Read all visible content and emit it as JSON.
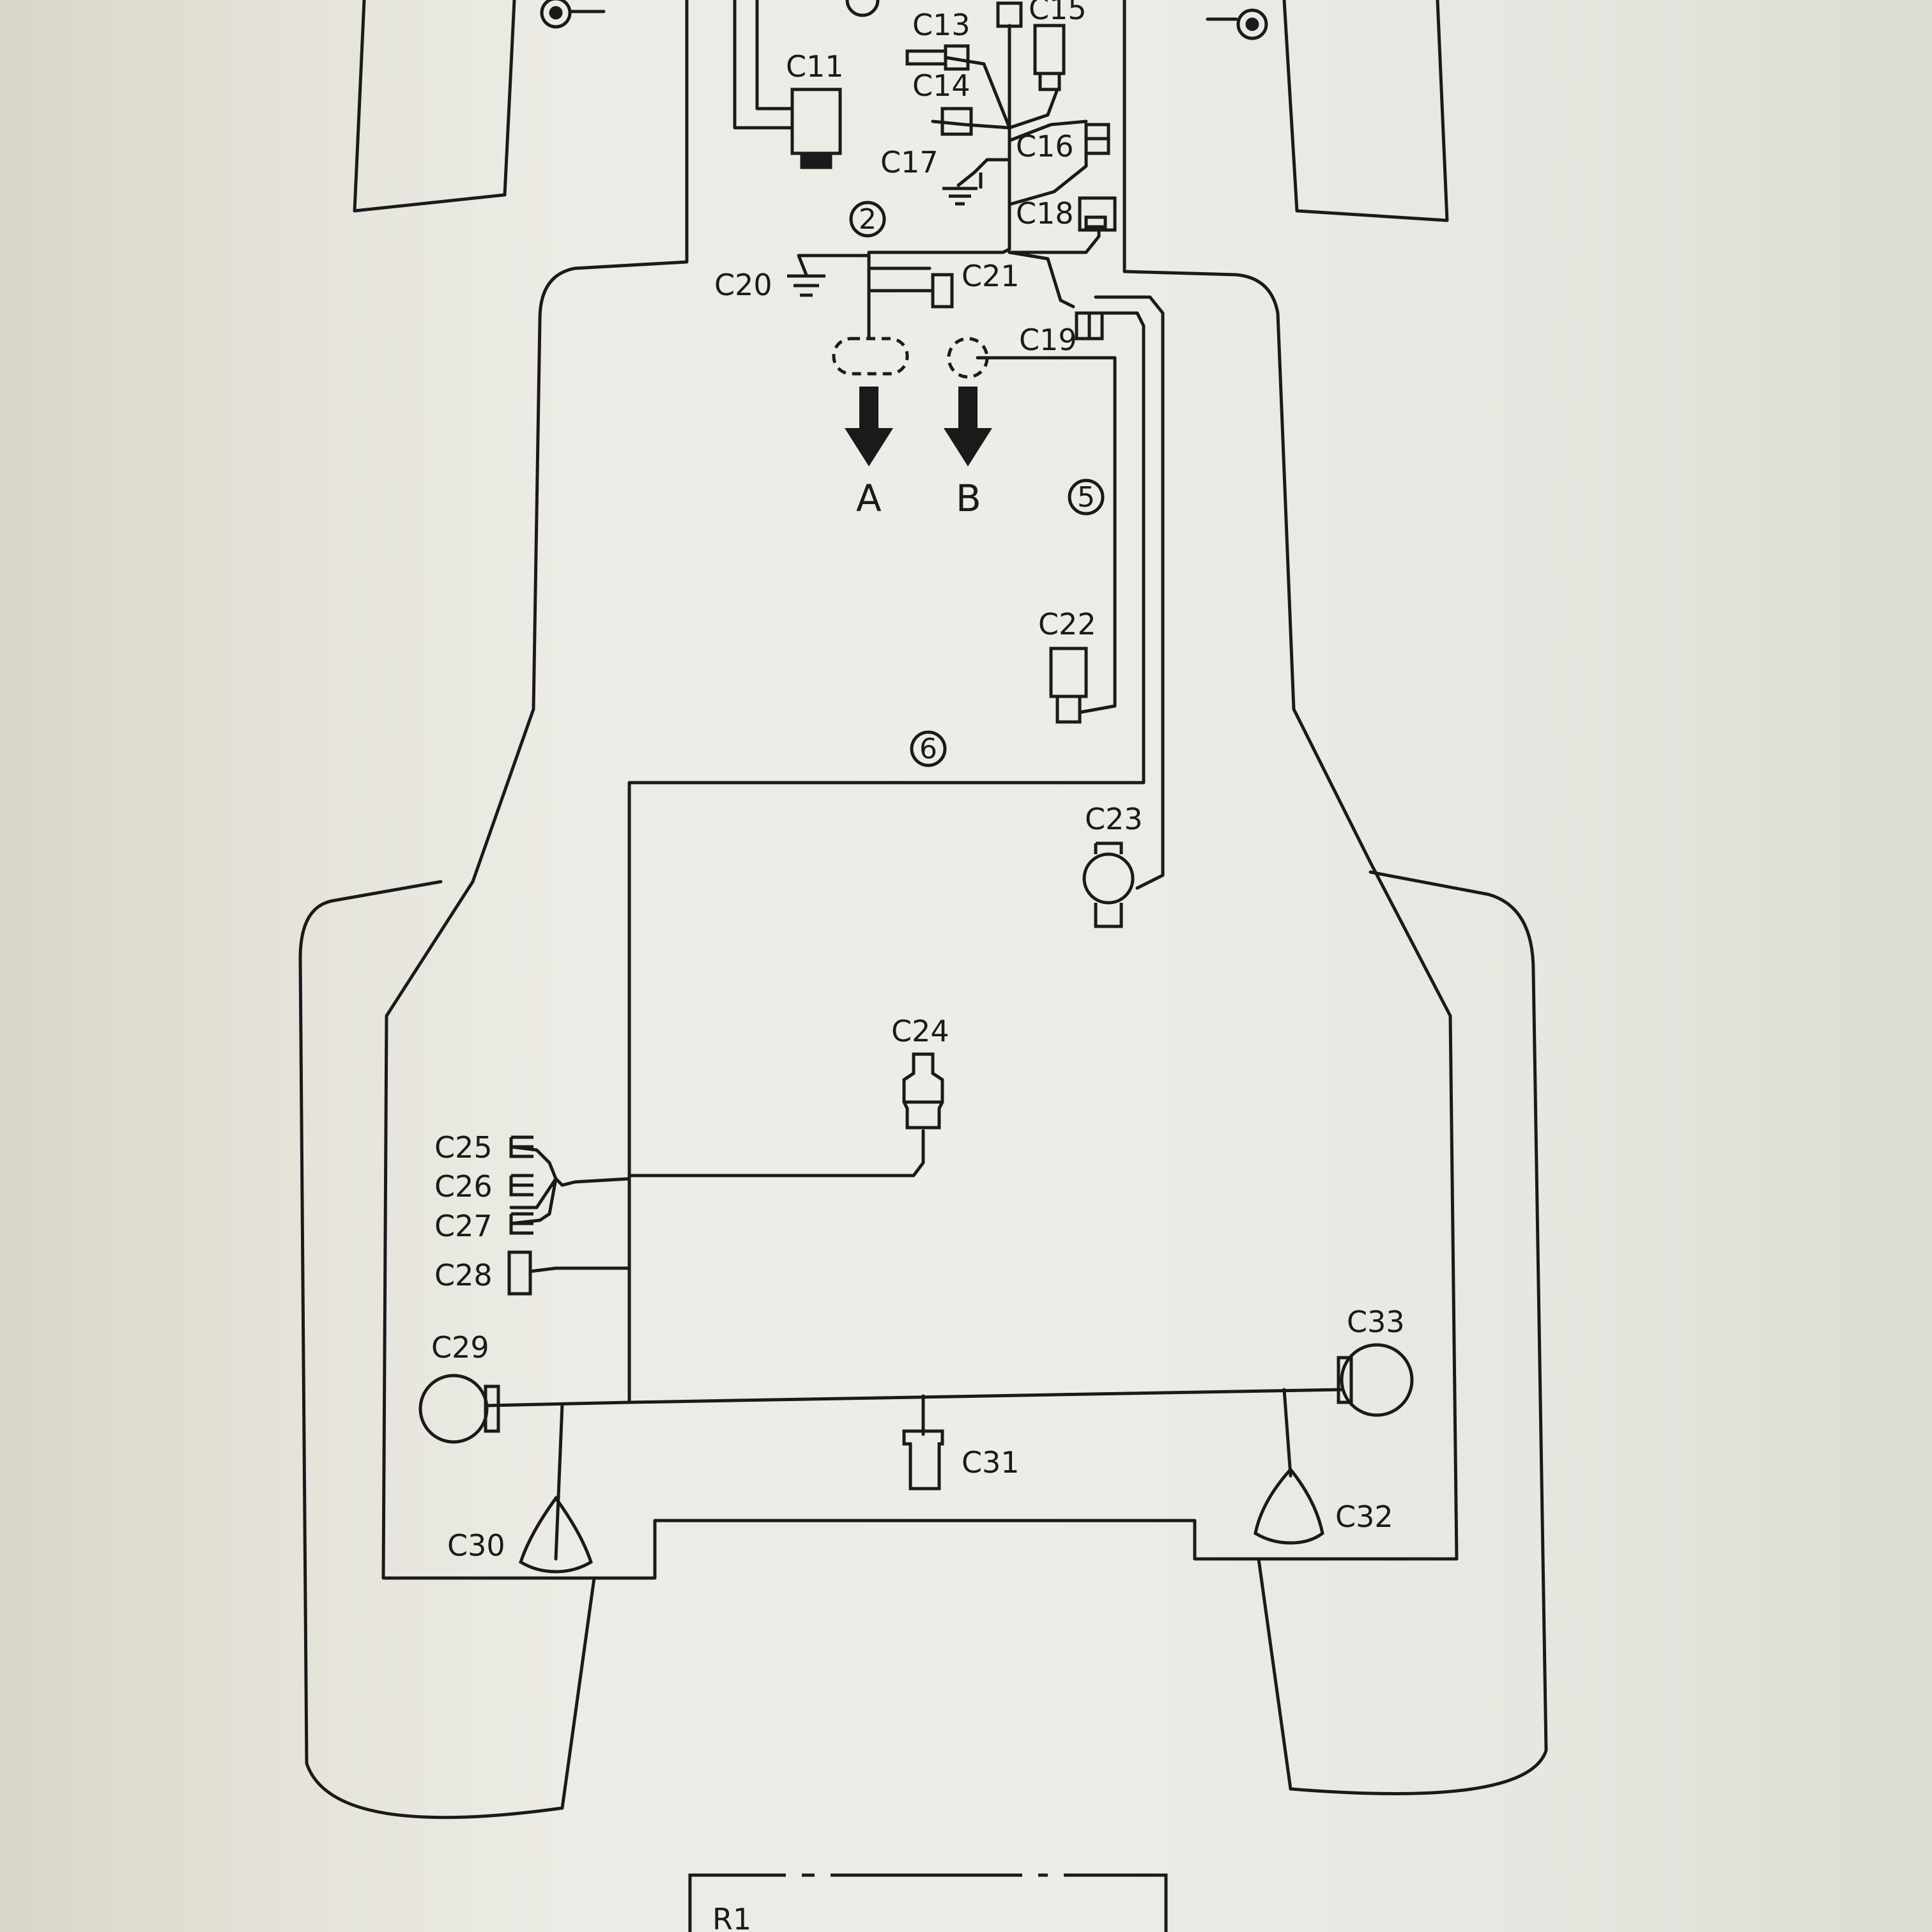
{
  "labels": {
    "c11": "C11",
    "c13": "C13",
    "c14": "C14",
    "c15": "C15",
    "c16": "C16",
    "c17": "C17",
    "c18": "C18",
    "c19": "C19",
    "c20": "C20",
    "c21": "C21",
    "c22": "C22",
    "c23": "C23",
    "c24": "C24",
    "c25": "C25",
    "c26": "C26",
    "c27": "C27",
    "c28": "C28",
    "c29": "C29",
    "c30": "C30",
    "c31": "C31",
    "c32": "C32",
    "c33": "C33"
  },
  "arrows": {
    "a": "A",
    "b": "B"
  },
  "harness_numbers": {
    "h2": "2",
    "h5": "5",
    "h6": "6"
  },
  "footer_box": {
    "label": "R1"
  },
  "colors": {
    "line": "#1a1a1a",
    "paper": "#ecece6"
  }
}
